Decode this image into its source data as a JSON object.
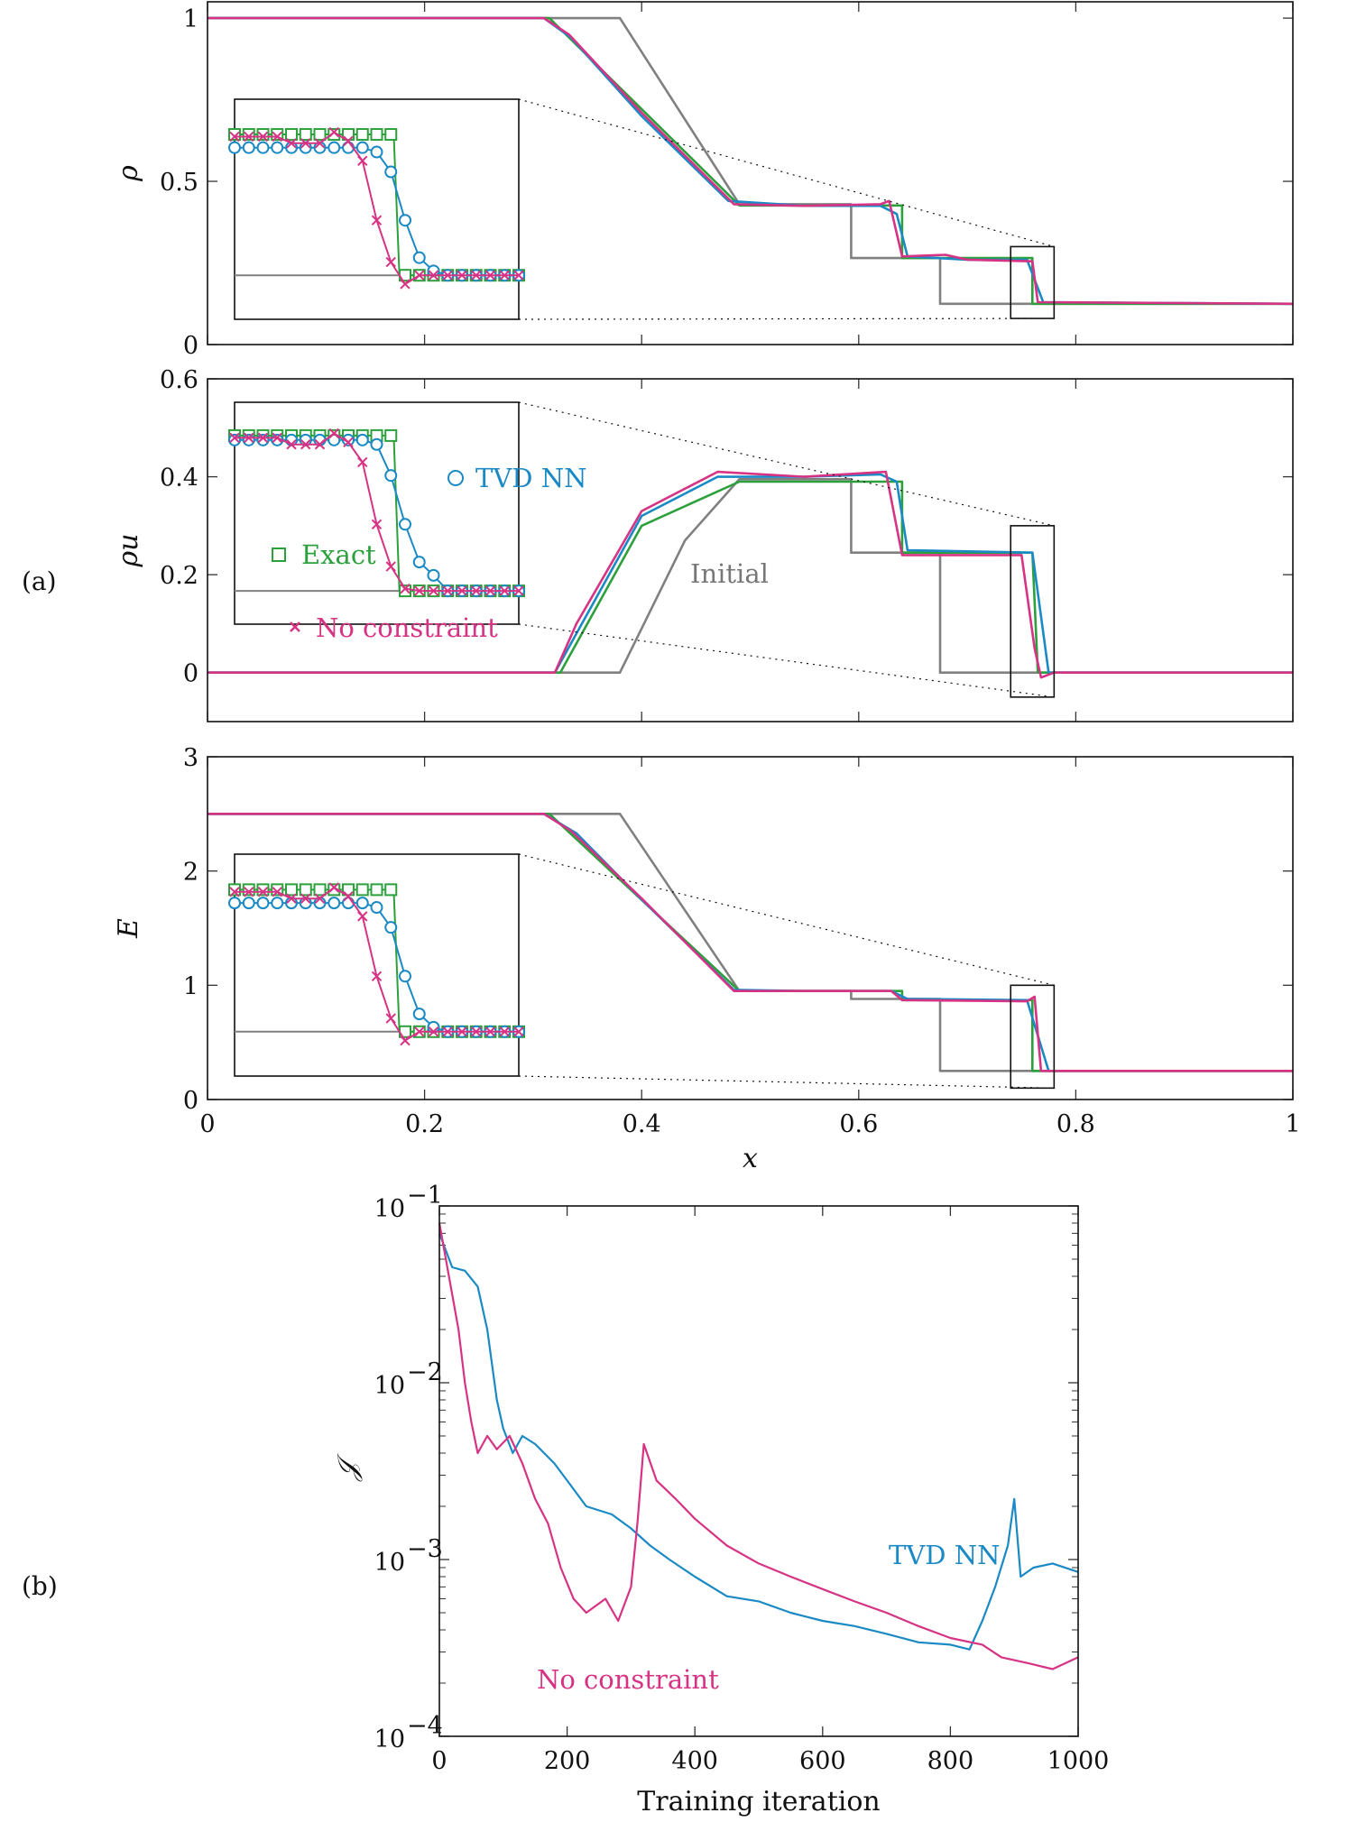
{
  "panel_labels": {
    "a": "(a)",
    "b": "(b)"
  },
  "colors": {
    "tvd": "#1b8ac4",
    "exact": "#2ca03c",
    "noconstraint": "#d63384",
    "initial": "#808080"
  },
  "chart_data": [
    {
      "type": "line",
      "ylabel": "ρ",
      "xlim": [
        0,
        1
      ],
      "ylim": [
        0,
        1.05
      ],
      "yticks": [
        {
          "v": 0,
          "t": "0"
        },
        {
          "v": 0.5,
          "t": "0.5"
        },
        {
          "v": 1,
          "t": "1"
        }
      ],
      "xticks": [
        0,
        0.2,
        0.4,
        0.6,
        0.8,
        1
      ],
      "series": [
        {
          "name": "Initial",
          "points": [
            [
              0,
              1
            ],
            [
              0.38,
              1
            ],
            [
              0.49,
              0.43
            ],
            [
              0.593,
              0.43
            ],
            [
              0.593,
              0.265
            ],
            [
              0.675,
              0.265
            ],
            [
              0.675,
              0.125
            ],
            [
              1,
              0.125
            ]
          ]
        },
        {
          "name": "Exact",
          "points": [
            [
              0,
              1
            ],
            [
              0.315,
              1
            ],
            [
              0.49,
              0.426
            ],
            [
              0.64,
              0.426
            ],
            [
              0.64,
              0.265
            ],
            [
              0.76,
              0.265
            ],
            [
              0.76,
              0.125
            ],
            [
              1,
              0.125
            ]
          ]
        },
        {
          "name": "TVD NN",
          "points": [
            [
              0,
              1
            ],
            [
              0.31,
              1
            ],
            [
              0.335,
              0.94
            ],
            [
              0.4,
              0.7
            ],
            [
              0.48,
              0.44
            ],
            [
              0.55,
              0.425
            ],
            [
              0.62,
              0.425
            ],
            [
              0.635,
              0.4
            ],
            [
              0.645,
              0.27
            ],
            [
              0.7,
              0.26
            ],
            [
              0.755,
              0.26
            ],
            [
              0.77,
              0.13
            ],
            [
              1,
              0.125
            ]
          ]
        },
        {
          "name": "No constraint",
          "points": [
            [
              0,
              1
            ],
            [
              0.31,
              1
            ],
            [
              0.333,
              0.95
            ],
            [
              0.4,
              0.71
            ],
            [
              0.485,
              0.43
            ],
            [
              0.55,
              0.425
            ],
            [
              0.62,
              0.43
            ],
            [
              0.628,
              0.44
            ],
            [
              0.64,
              0.27
            ],
            [
              0.68,
              0.275
            ],
            [
              0.7,
              0.26
            ],
            [
              0.76,
              0.255
            ],
            [
              0.765,
              0.13
            ],
            [
              1,
              0.125
            ]
          ]
        }
      ]
    },
    {
      "type": "line",
      "ylabel": "ρu",
      "xlim": [
        0,
        1
      ],
      "ylim": [
        -0.1,
        0.6
      ],
      "yticks": [
        {
          "v": 0,
          "t": "0"
        },
        {
          "v": 0.2,
          "t": "0.2"
        },
        {
          "v": 0.4,
          "t": "0.4"
        },
        {
          "v": 0.6,
          "t": "0.6"
        }
      ],
      "xticks": [
        0,
        0.2,
        0.4,
        0.6,
        0.8,
        1
      ],
      "annotations": {
        "tvd": "TVD NN",
        "exact": "Exact",
        "noconstraint": "No constraint",
        "initial": "Initial"
      },
      "series": [
        {
          "name": "Initial",
          "points": [
            [
              0,
              0
            ],
            [
              0.38,
              0
            ],
            [
              0.44,
              0.27
            ],
            [
              0.49,
              0.395
            ],
            [
              0.593,
              0.395
            ],
            [
              0.593,
              0.245
            ],
            [
              0.675,
              0.245
            ],
            [
              0.675,
              0
            ],
            [
              1,
              0
            ]
          ]
        },
        {
          "name": "Exact",
          "points": [
            [
              0,
              0
            ],
            [
              0.325,
              0
            ],
            [
              0.4,
              0.3
            ],
            [
              0.49,
              0.39
            ],
            [
              0.64,
              0.39
            ],
            [
              0.64,
              0.245
            ],
            [
              0.76,
              0.245
            ],
            [
              0.765,
              0
            ],
            [
              1,
              0
            ]
          ]
        },
        {
          "name": "TVD NN",
          "points": [
            [
              0,
              0
            ],
            [
              0.32,
              0
            ],
            [
              0.345,
              0.1
            ],
            [
              0.4,
              0.32
            ],
            [
              0.47,
              0.4
            ],
            [
              0.55,
              0.4
            ],
            [
              0.62,
              0.405
            ],
            [
              0.635,
              0.39
            ],
            [
              0.645,
              0.25
            ],
            [
              0.76,
              0.245
            ],
            [
              0.775,
              0
            ],
            [
              1,
              0
            ]
          ]
        },
        {
          "name": "No constraint",
          "points": [
            [
              0,
              0
            ],
            [
              0.32,
              0
            ],
            [
              0.34,
              0.1
            ],
            [
              0.4,
              0.33
            ],
            [
              0.47,
              0.41
            ],
            [
              0.55,
              0.4
            ],
            [
              0.625,
              0.41
            ],
            [
              0.64,
              0.24
            ],
            [
              0.75,
              0.24
            ],
            [
              0.762,
              0.05
            ],
            [
              0.768,
              -0.01
            ],
            [
              0.78,
              0
            ],
            [
              1,
              0
            ]
          ]
        }
      ]
    },
    {
      "type": "line",
      "ylabel": "E",
      "xlabel": "x",
      "xlim": [
        0,
        1
      ],
      "ylim": [
        0,
        3
      ],
      "yticks": [
        {
          "v": 0,
          "t": "0"
        },
        {
          "v": 1,
          "t": "1"
        },
        {
          "v": 2,
          "t": "2"
        },
        {
          "v": 3,
          "t": "3"
        }
      ],
      "xticks": [
        0,
        0.2,
        0.4,
        0.6,
        0.8,
        1
      ],
      "xticklabels": [
        "0",
        "0.2",
        "0.4",
        "0.6",
        "0.8",
        "1"
      ],
      "series": [
        {
          "name": "Initial",
          "points": [
            [
              0,
              2.5
            ],
            [
              0.38,
              2.5
            ],
            [
              0.49,
              0.95
            ],
            [
              0.593,
              0.95
            ],
            [
              0.593,
              0.88
            ],
            [
              0.675,
              0.88
            ],
            [
              0.675,
              0.25
            ],
            [
              1,
              0.25
            ]
          ]
        },
        {
          "name": "Exact",
          "points": [
            [
              0,
              2.5
            ],
            [
              0.315,
              2.5
            ],
            [
              0.49,
              0.95
            ],
            [
              0.64,
              0.95
            ],
            [
              0.64,
              0.87
            ],
            [
              0.76,
              0.87
            ],
            [
              0.76,
              0.25
            ],
            [
              1,
              0.25
            ]
          ]
        },
        {
          "name": "TVD NN",
          "points": [
            [
              0,
              2.5
            ],
            [
              0.31,
              2.5
            ],
            [
              0.34,
              2.33
            ],
            [
              0.4,
              1.75
            ],
            [
              0.485,
              0.96
            ],
            [
              0.55,
              0.95
            ],
            [
              0.63,
              0.95
            ],
            [
              0.645,
              0.88
            ],
            [
              0.755,
              0.87
            ],
            [
              0.775,
              0.25
            ],
            [
              1,
              0.25
            ]
          ]
        },
        {
          "name": "No constraint",
          "points": [
            [
              0,
              2.5
            ],
            [
              0.31,
              2.5
            ],
            [
              0.335,
              2.35
            ],
            [
              0.4,
              1.76
            ],
            [
              0.485,
              0.95
            ],
            [
              0.55,
              0.95
            ],
            [
              0.63,
              0.95
            ],
            [
              0.64,
              0.87
            ],
            [
              0.755,
              0.86
            ],
            [
              0.762,
              0.9
            ],
            [
              0.768,
              0.25
            ],
            [
              1,
              0.25
            ]
          ]
        }
      ]
    },
    {
      "type": "line",
      "xlabel": "Training iteration",
      "ylabel": "𝒥",
      "yscale": "log",
      "xlim": [
        0,
        1000
      ],
      "ylim": [
        0.0001,
        0.1
      ],
      "xticks": [
        0,
        200,
        400,
        600,
        800,
        1000
      ],
      "yticks": [
        {
          "v": 0.1,
          "base": "10",
          "exp": "−1"
        },
        {
          "v": 0.01,
          "base": "10",
          "exp": "−2"
        },
        {
          "v": 0.001,
          "base": "10",
          "exp": "−3"
        },
        {
          "v": 0.0001,
          "base": "10",
          "exp": "−4"
        }
      ],
      "annotations": {
        "tvd": "TVD NN",
        "noconstraint": "No constraint"
      },
      "series": [
        {
          "name": "TVD NN",
          "points": [
            [
              0,
              0.07
            ],
            [
              20,
              0.045
            ],
            [
              40,
              0.043
            ],
            [
              60,
              0.035
            ],
            [
              75,
              0.02
            ],
            [
              90,
              0.008
            ],
            [
              100,
              0.0055
            ],
            [
              115,
              0.004
            ],
            [
              130,
              0.005
            ],
            [
              150,
              0.0045
            ],
            [
              180,
              0.0035
            ],
            [
              200,
              0.0028
            ],
            [
              230,
              0.002
            ],
            [
              270,
              0.0018
            ],
            [
              300,
              0.0015
            ],
            [
              330,
              0.0012
            ],
            [
              360,
              0.001
            ],
            [
              400,
              0.0008
            ],
            [
              450,
              0.00062
            ],
            [
              500,
              0.00058
            ],
            [
              550,
              0.0005
            ],
            [
              600,
              0.00045
            ],
            [
              650,
              0.00042
            ],
            [
              700,
              0.00038
            ],
            [
              750,
              0.00034
            ],
            [
              800,
              0.00033
            ],
            [
              830,
              0.00031
            ],
            [
              850,
              0.00045
            ],
            [
              870,
              0.0007
            ],
            [
              890,
              0.0012
            ],
            [
              900,
              0.0022
            ],
            [
              910,
              0.0008
            ],
            [
              930,
              0.0009
            ],
            [
              960,
              0.00095
            ],
            [
              1000,
              0.00085
            ]
          ]
        },
        {
          "name": "No constraint",
          "points": [
            [
              0,
              0.08
            ],
            [
              15,
              0.04
            ],
            [
              30,
              0.02
            ],
            [
              40,
              0.01
            ],
            [
              50,
              0.006
            ],
            [
              60,
              0.004
            ],
            [
              75,
              0.005
            ],
            [
              90,
              0.0042
            ],
            [
              110,
              0.005
            ],
            [
              130,
              0.0035
            ],
            [
              150,
              0.0022
            ],
            [
              170,
              0.0016
            ],
            [
              190,
              0.0009
            ],
            [
              210,
              0.0006
            ],
            [
              230,
              0.0005
            ],
            [
              260,
              0.0006
            ],
            [
              280,
              0.00045
            ],
            [
              300,
              0.0007
            ],
            [
              310,
              0.0016
            ],
            [
              320,
              0.0045
            ],
            [
              340,
              0.0028
            ],
            [
              370,
              0.0022
            ],
            [
              400,
              0.0017
            ],
            [
              450,
              0.0012
            ],
            [
              500,
              0.00095
            ],
            [
              550,
              0.0008
            ],
            [
              600,
              0.00068
            ],
            [
              650,
              0.00058
            ],
            [
              700,
              0.0005
            ],
            [
              750,
              0.00042
            ],
            [
              800,
              0.00036
            ],
            [
              850,
              0.00033
            ],
            [
              880,
              0.00028
            ],
            [
              920,
              0.00026
            ],
            [
              960,
              0.00024
            ],
            [
              1000,
              0.00028
            ]
          ]
        }
      ]
    }
  ]
}
